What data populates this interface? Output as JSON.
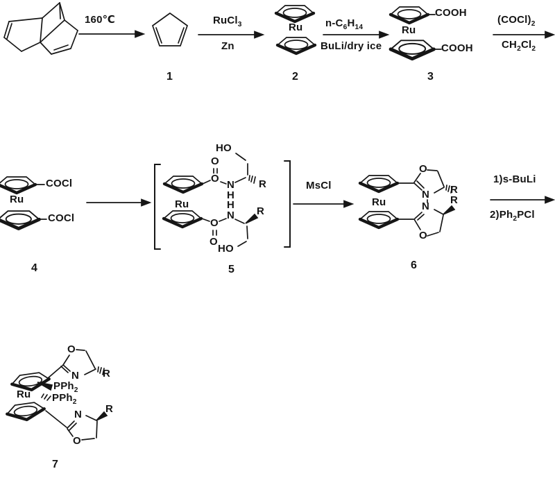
{
  "colors": {
    "ink": "#161616",
    "background": "#ffffff"
  },
  "atoms": {
    "Ru": "Ru",
    "O": "O",
    "N": "N",
    "H": "H",
    "R": "R",
    "HO": "HO",
    "COOH": "COOH",
    "COCl": "COCl"
  },
  "rich": {
    "pph2": [
      {
        "t": "PPh"
      },
      {
        "t": "2",
        "sub": true
      }
    ],
    "rucl3": [
      {
        "t": "RuCl"
      },
      {
        "t": "3",
        "sub": true
      }
    ],
    "hexane": [
      {
        "t": "n-C"
      },
      {
        "t": "6",
        "sub": true
      },
      {
        "t": "H"
      },
      {
        "t": "14",
        "sub": true
      }
    ],
    "oxalyl": [
      {
        "t": "(COCl)"
      },
      {
        "t": "2",
        "sub": true
      }
    ],
    "dcm": [
      {
        "t": "CH"
      },
      {
        "t": "2",
        "sub": true
      },
      {
        "t": "Cl"
      },
      {
        "t": "2",
        "sub": true
      }
    ],
    "ph2pcl": [
      {
        "t": "2)Ph"
      },
      {
        "t": "2",
        "sub": true
      },
      {
        "t": "PCl"
      }
    ]
  },
  "reagents": {
    "step1_above": "160℃",
    "step2_below": "Zn",
    "step3_below": "BuLi/dry ice",
    "step6_above": "MsCl",
    "step7_above": "1)s-BuLi"
  },
  "compound_numbers": {
    "c1": "1",
    "c2": "2",
    "c3": "3",
    "c4": "4",
    "c5": "5",
    "c6": "6",
    "c7": "7"
  }
}
